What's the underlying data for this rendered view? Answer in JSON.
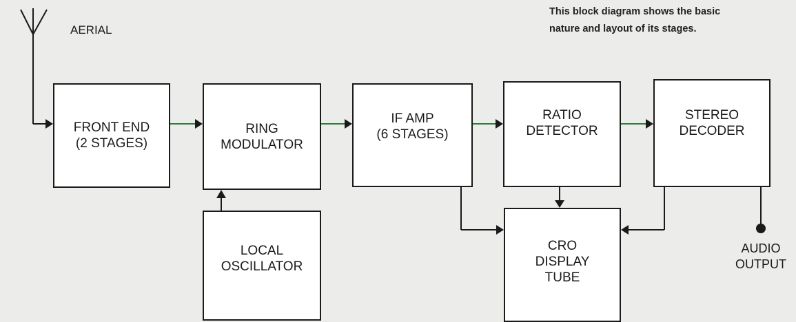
{
  "caption": {
    "line1": "This block diagram shows the basic",
    "line2": "nature and layout of its stages."
  },
  "aerial_label": "AERIAL",
  "blocks": {
    "front_end": {
      "line1": "FRONT END",
      "line2": "(2 STAGES)"
    },
    "ring_modulator": {
      "line1": "RING",
      "line2": "MODULATOR"
    },
    "if_amp": {
      "line1": "IF AMP",
      "line2": "(6 STAGES)"
    },
    "ratio_detector": {
      "line1": "RATIO",
      "line2": "DETECTOR"
    },
    "stereo_decoder": {
      "line1": "STEREO",
      "line2": "DECODER"
    },
    "local_oscillator": {
      "line1": "LOCAL",
      "line2": "OSCILLATOR"
    },
    "cro_display": {
      "line1": "CRO",
      "line2": "DISPLAY",
      "line3": "TUBE"
    }
  },
  "audio_output": {
    "line1": "AUDIO",
    "line2": "OUTPUT"
  },
  "colors": {
    "signal_wire": "#2e7d3a",
    "wire": "#1a1a1a",
    "background": "#ececea"
  }
}
